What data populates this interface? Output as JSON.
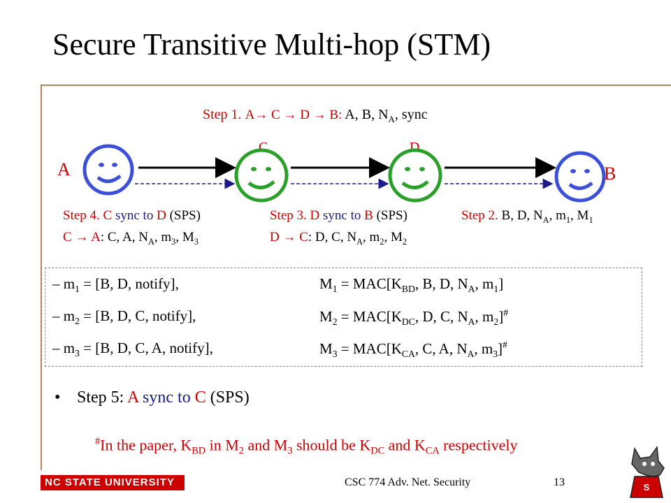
{
  "title": "Secure Transitive Multi-hop (STM)",
  "step1": {
    "prefix": "Step 1. ",
    "path": "A→ C → D → B:",
    "msg": " A, B, N",
    "sub": "A",
    "suffix": ", sync"
  },
  "nodes": {
    "A": "A",
    "B": "B",
    "C": "C",
    "D": "D"
  },
  "step4": {
    "label": "Step 4. ",
    "c": "C",
    "mid": " sync to ",
    "d": "D",
    "end": " (SPS)",
    "line2_path": "C → A",
    "line2_rest": ": C, A, N",
    "sub_a": "A",
    "line2_tail": ", m",
    "sub3": "3",
    "line2_tail2": ", M",
    "sub3b": "3"
  },
  "step3": {
    "label": "Step 3. ",
    "d": "D",
    "mid": " sync to ",
    "b": "B",
    "end": " (SPS)",
    "line2_path": "D → C",
    "line2_rest": ": D, C, N",
    "sub_a": "A",
    "line2_tail": ", m",
    "sub2": "2",
    "line2_tail2": ", M",
    "sub2b": "2"
  },
  "step2": {
    "label": "Step 2. ",
    "rest": "B, D, N",
    "sub_a": "A",
    "tail": ", m",
    "sub1": "1",
    "tail2": ", M",
    "sub1b": "1"
  },
  "box": {
    "r1a": "– m",
    "r1s": "1",
    "r1b": " = [B, D, notify],",
    "r1c": "M",
    "r1cs": "1",
    "r1d": " = MAC[K",
    "r1ds": "BD",
    "r1e": ", B, D, N",
    "r1es": "A",
    "r1f": ", m",
    "r1fs": "1",
    "r1g": "]",
    "r2a": "– m",
    "r2s": "2",
    "r2b": " = [B, D, C, notify],",
    "r2c": "M",
    "r2cs": "2",
    "r2d": " = MAC[K",
    "r2ds": "DC",
    "r2e": ", D, C, N",
    "r2es": "A",
    "r2f": ", m",
    "r2fs": "2",
    "r2g": "]",
    "r2h": "#",
    "r3a": "– m",
    "r3s": "3",
    "r3b": " = [B, D, C, A, notify],",
    "r3c": "M",
    "r3cs": "3",
    "r3d": " = MAC[K",
    "r3ds": "CA",
    "r3e": ", C, A, N",
    "r3es": "A",
    "r3f": ", m",
    "r3fs": "3",
    "r3g": "]",
    "r3h": "#"
  },
  "step5": {
    "bullet": "•",
    "label": "Step 5: ",
    "a": "A",
    "mid": " sync to ",
    "c": "C",
    "end": " (SPS)"
  },
  "footnote": {
    "hash": "#",
    "t1": "In the paper, K",
    "s1": "BD",
    "t2": " in M",
    "s2": "2",
    "t3": " and M",
    "s3": "3",
    "t4": " should be K",
    "s4": "DC",
    "t5": " and K",
    "s5": "CA",
    "t6": " respectively"
  },
  "footer": {
    "logo": "NC STATE UNIVERSITY",
    "course": "CSC 774 Adv. Net. Security",
    "page": "13"
  },
  "colors": {
    "accent_red": "#cc0000",
    "accent_blue": "#1a1a8c",
    "smiley_green": "#2aa02a",
    "smiley_blue": "#3b4fd8",
    "frame": "#b5835a"
  },
  "icons": [
    "smiley-a-icon",
    "smiley-c-icon",
    "smiley-d-icon",
    "smiley-b-icon",
    "wolf-mascot-icon"
  ]
}
